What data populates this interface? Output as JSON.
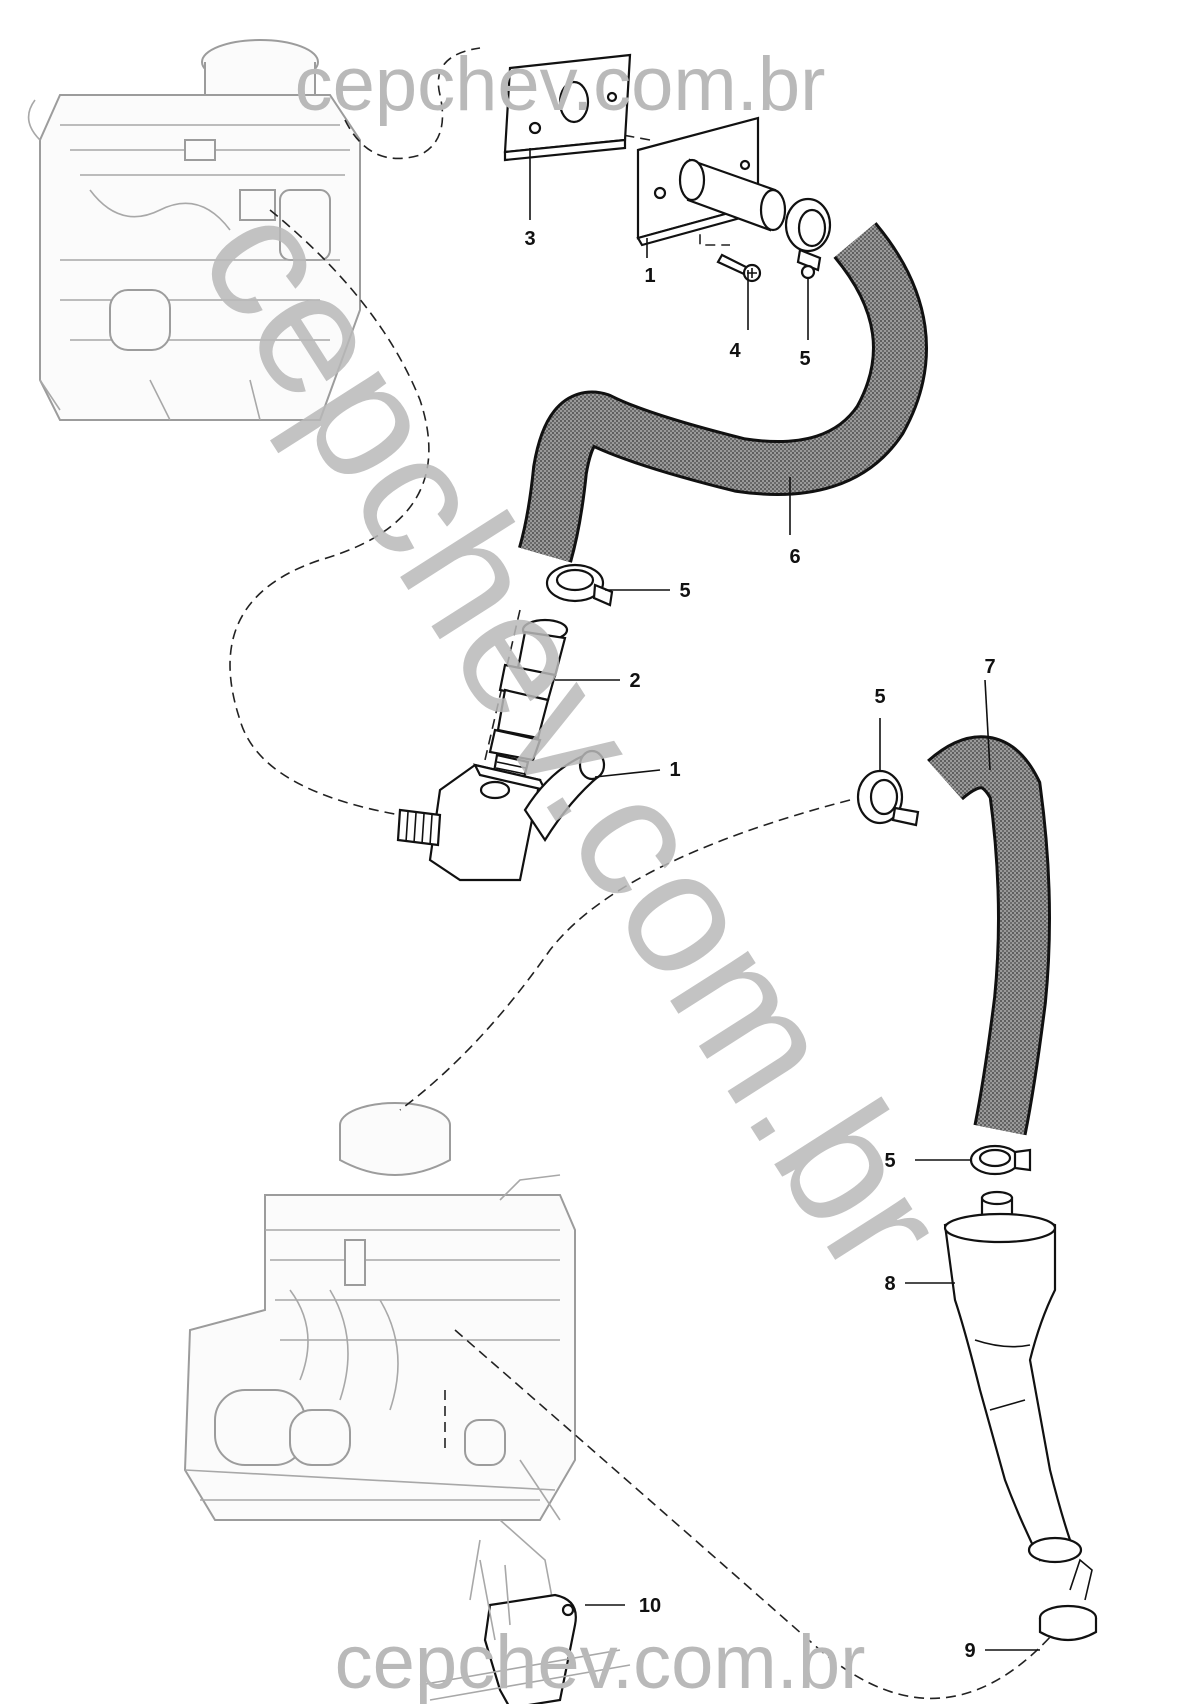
{
  "watermarks": {
    "top": "cepchev.com.br",
    "diagonal": "cepchev.com.br",
    "bottom": "cepchev.com.br"
  },
  "callouts": {
    "c3": "3",
    "c1_top": "1",
    "c4": "4",
    "c5_top": "5",
    "c6": "6",
    "c5_mid": "5",
    "c2": "2",
    "c1_mid": "1",
    "c5_right": "5",
    "c7": "7",
    "c5_lower": "5",
    "c8": "8",
    "c9": "9",
    "c10": "10"
  },
  "colors": {
    "hose": "#7f7f7f",
    "watermark": "#b9b9b9",
    "engine_outline": "#9c9c9c"
  }
}
